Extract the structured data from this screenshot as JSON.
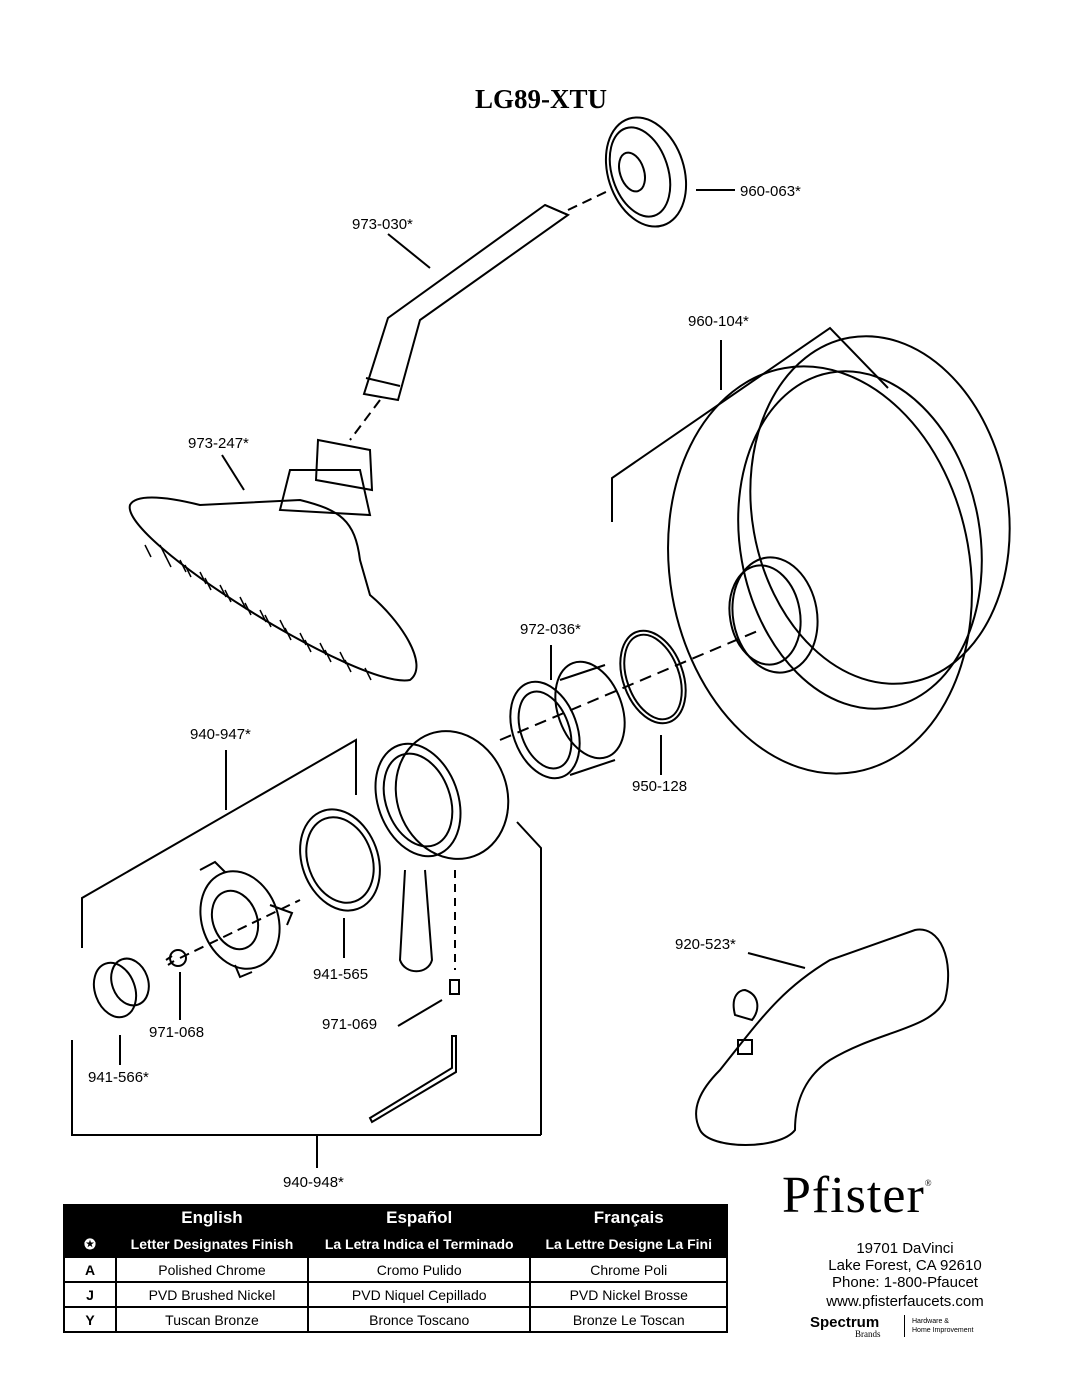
{
  "title": "LG89-XTU",
  "parts": {
    "escutcheon_flange": "960-063*",
    "shower_arm": "973-030*",
    "trim_plate": "960-104*",
    "shower_head": "973-247*",
    "sleeve": "972-036*",
    "o_ring": "950-128",
    "handle_kit": "940-947*",
    "cap": "941-566*",
    "screw": "971-068",
    "ring": "941-565",
    "set_screw": "971-069",
    "trim_kit": "940-948*",
    "tub_spout": "920-523*"
  },
  "finish_table": {
    "headers": [
      "English",
      "Español",
      "Français"
    ],
    "subheaders": [
      "Letter Designates Finish",
      "La Letra Indica el Terminado",
      "La Lettre Designe La Fini"
    ],
    "symbol": "✪",
    "rows": [
      {
        "code": "A",
        "en": "Polished Chrome",
        "es": "Cromo Pulido",
        "fr": "Chrome Poli"
      },
      {
        "code": "J",
        "en": "PVD Brushed Nickel",
        "es": "PVD Niquel Cepillado",
        "fr": "PVD Nickel Brosse"
      },
      {
        "code": "Y",
        "en": "Tuscan Bronze",
        "es": "Bronce Toscano",
        "fr": "Bronze Le Toscan"
      }
    ]
  },
  "company": {
    "name": "Pfister",
    "trademark": "®",
    "address1": "19701 DaVinci",
    "address2": "Lake Forest, CA 92610",
    "phone": "Phone: 1-800-Pfaucet",
    "web": "www.pfisterfaucets.com",
    "parent": "Spectrum",
    "parent_sub": "Brands",
    "parent_tag1": "Hardware &",
    "parent_tag2": "Home Improvement"
  }
}
